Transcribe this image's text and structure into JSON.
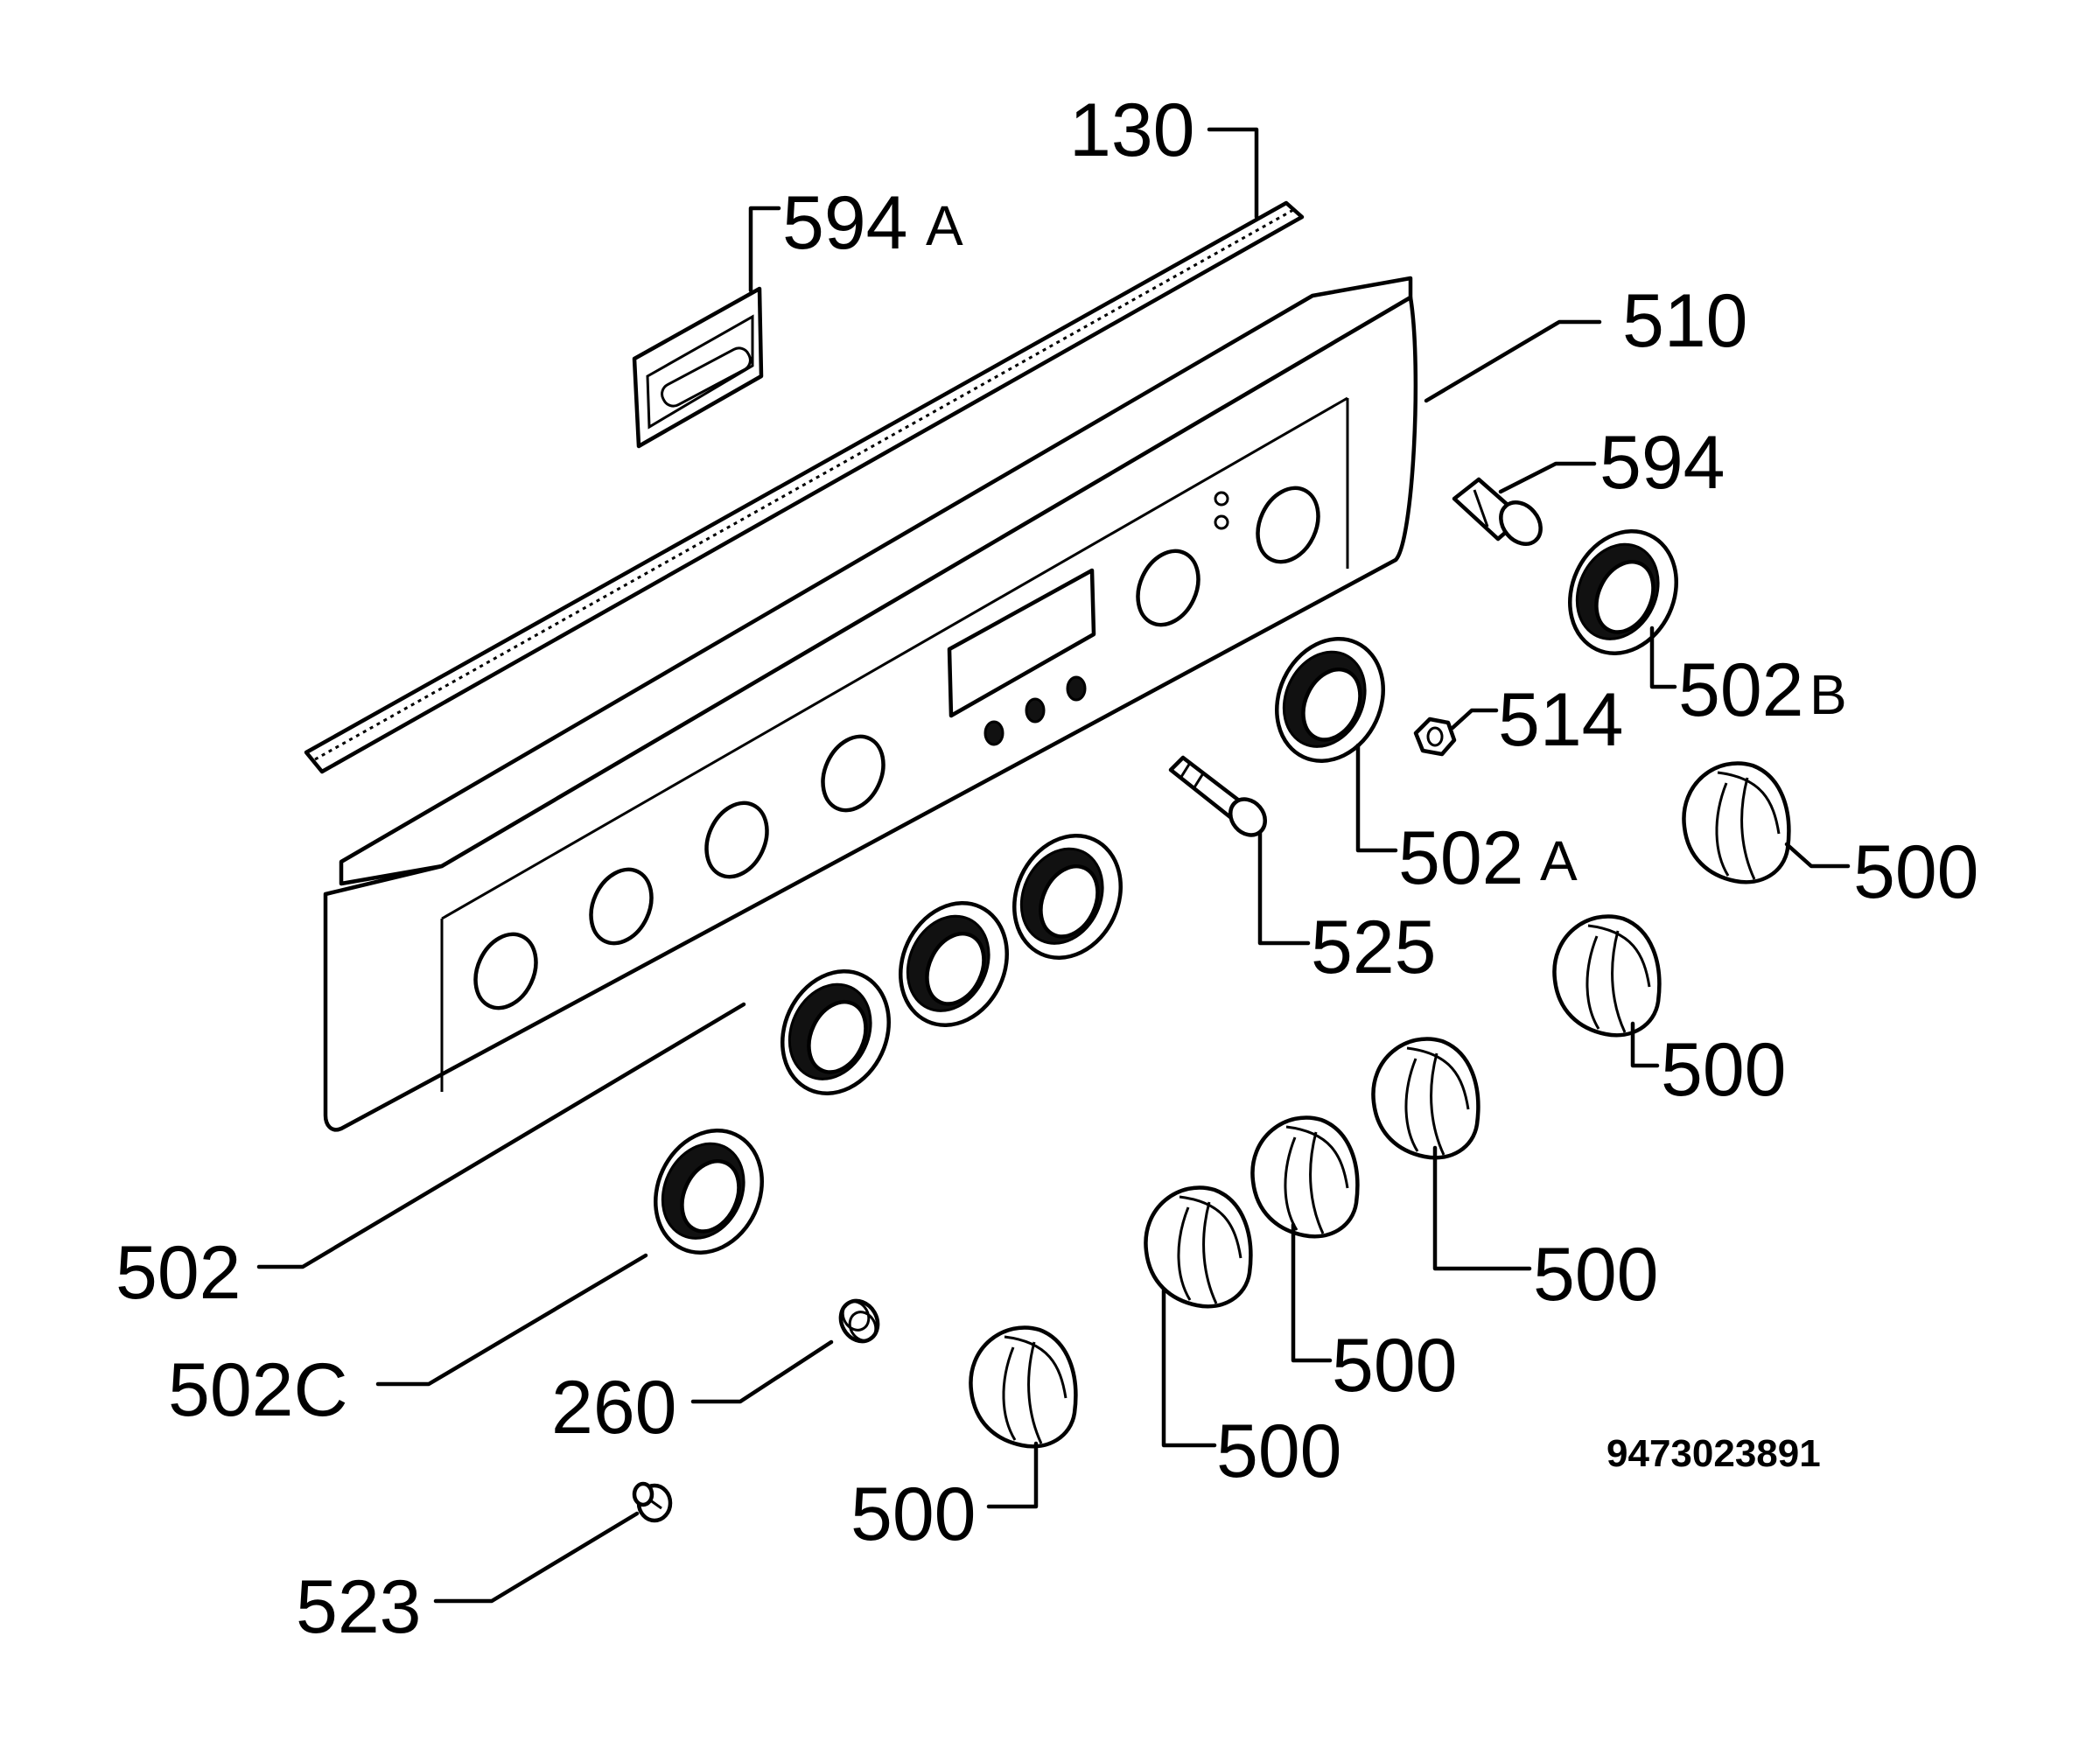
{
  "diagram": {
    "labels": {
      "l130": "130",
      "l594a": "594",
      "l594a_sfx": "A",
      "l510": "510",
      "l594": "594",
      "l502b": "502",
      "l502b_sfx": "B",
      "l514": "514",
      "l502a": "502",
      "l502a_sfx": "A",
      "l525": "525",
      "l500_a": "500",
      "l500_b": "500",
      "l500_c": "500",
      "l500_d": "500",
      "l500_e": "500",
      "l500_f": "500",
      "l502": "502",
      "l502c": "502C",
      "l260": "260",
      "l523": "523"
    },
    "drawing_code": "9473023891"
  }
}
